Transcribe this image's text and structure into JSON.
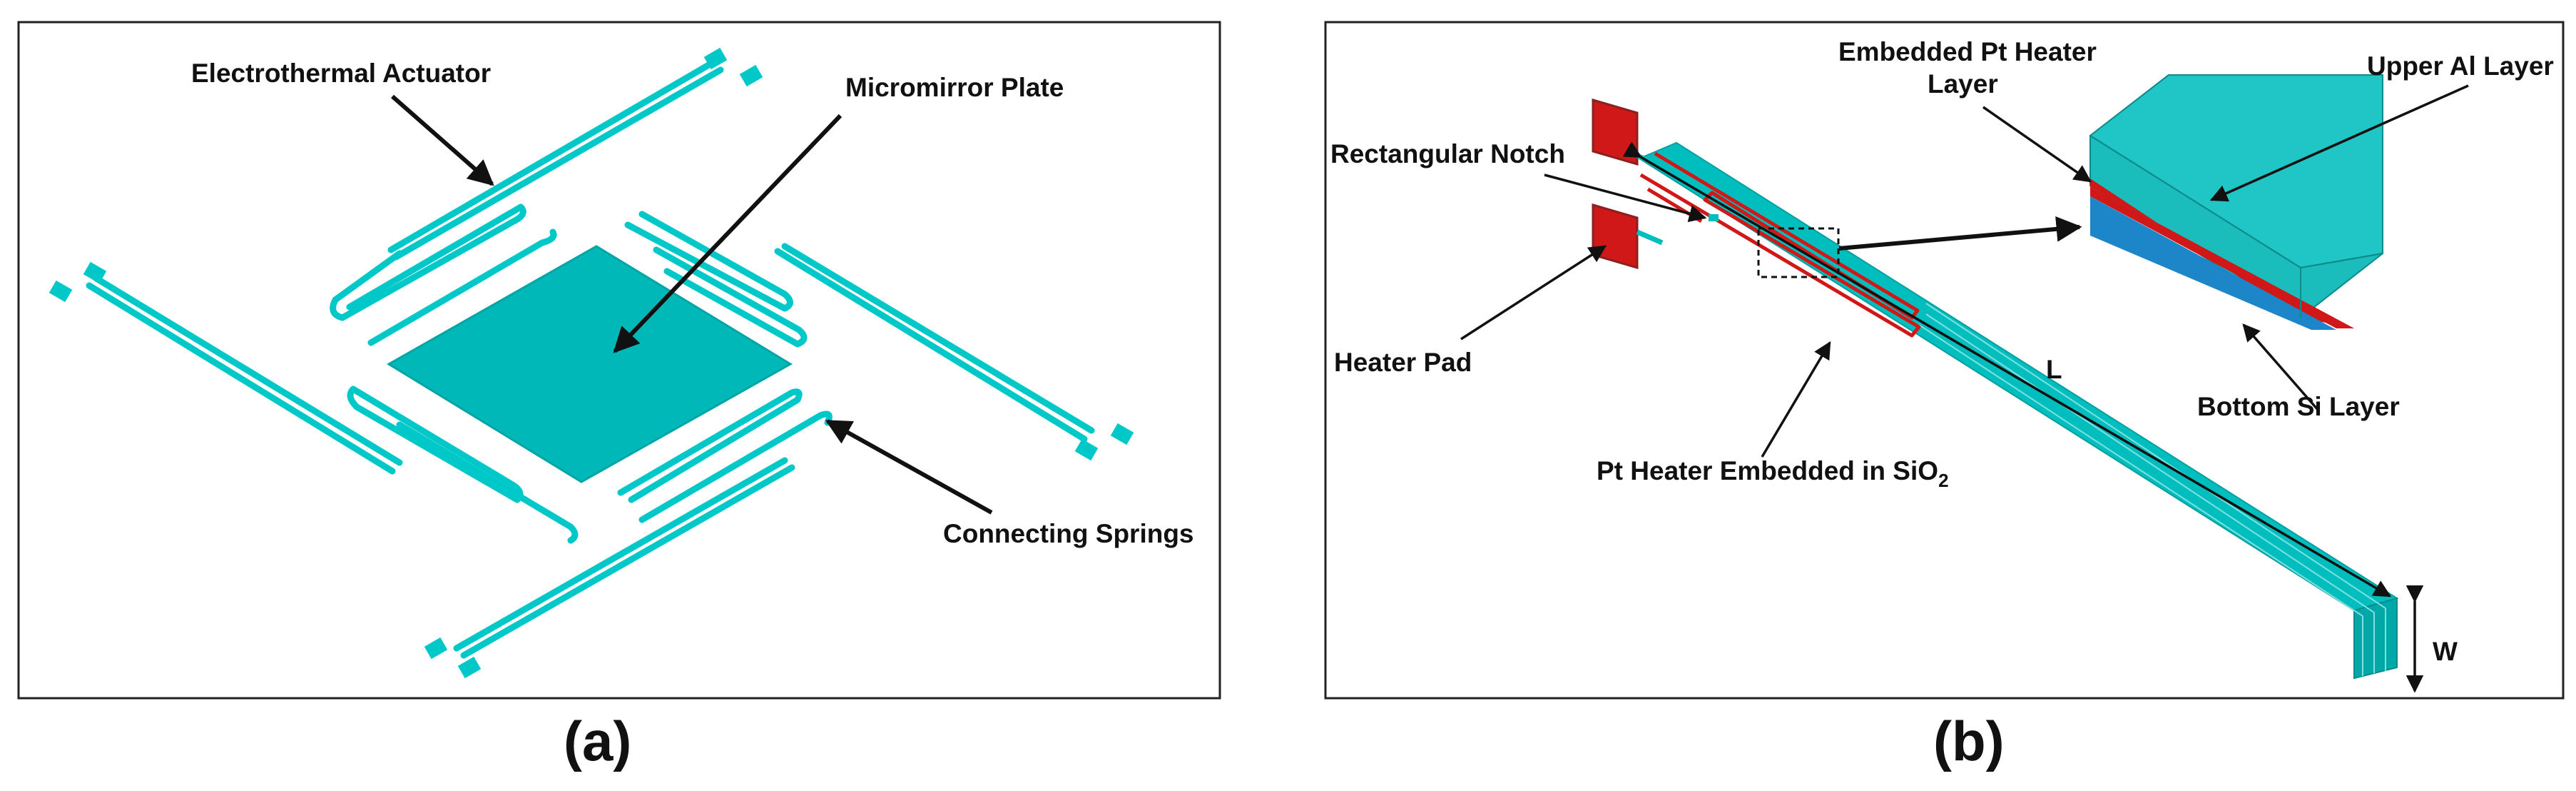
{
  "panel_a": {
    "caption": "(a)",
    "labels": {
      "electrothermal_actuator": "Electrothermal Actuator",
      "micromirror_plate": "Micromirror Plate",
      "connecting_springs": "Connecting Springs"
    }
  },
  "panel_b": {
    "caption": "(b)",
    "labels": {
      "embedded_pt_heater_line1": "Embedded Pt Heater",
      "embedded_pt_heater_line2": "Layer",
      "upper_al_layer": "Upper Al Layer",
      "rectangular_notch": "Rectangular Notch",
      "heater_pad": "Heater Pad",
      "length": "L",
      "bottom_si_layer": "Bottom Si Layer",
      "pt_heater_embedded_prefix": "Pt Heater Embedded in SiO",
      "pt_heater_embedded_subscript": "2",
      "width": "W"
    }
  },
  "colors": {
    "device_cyan": "#00C8C8",
    "plate_teal": "#00B8B8",
    "heater_red": "#D01818",
    "si_blue": "#1C86C8",
    "al_teal": "#1ABCBC"
  }
}
